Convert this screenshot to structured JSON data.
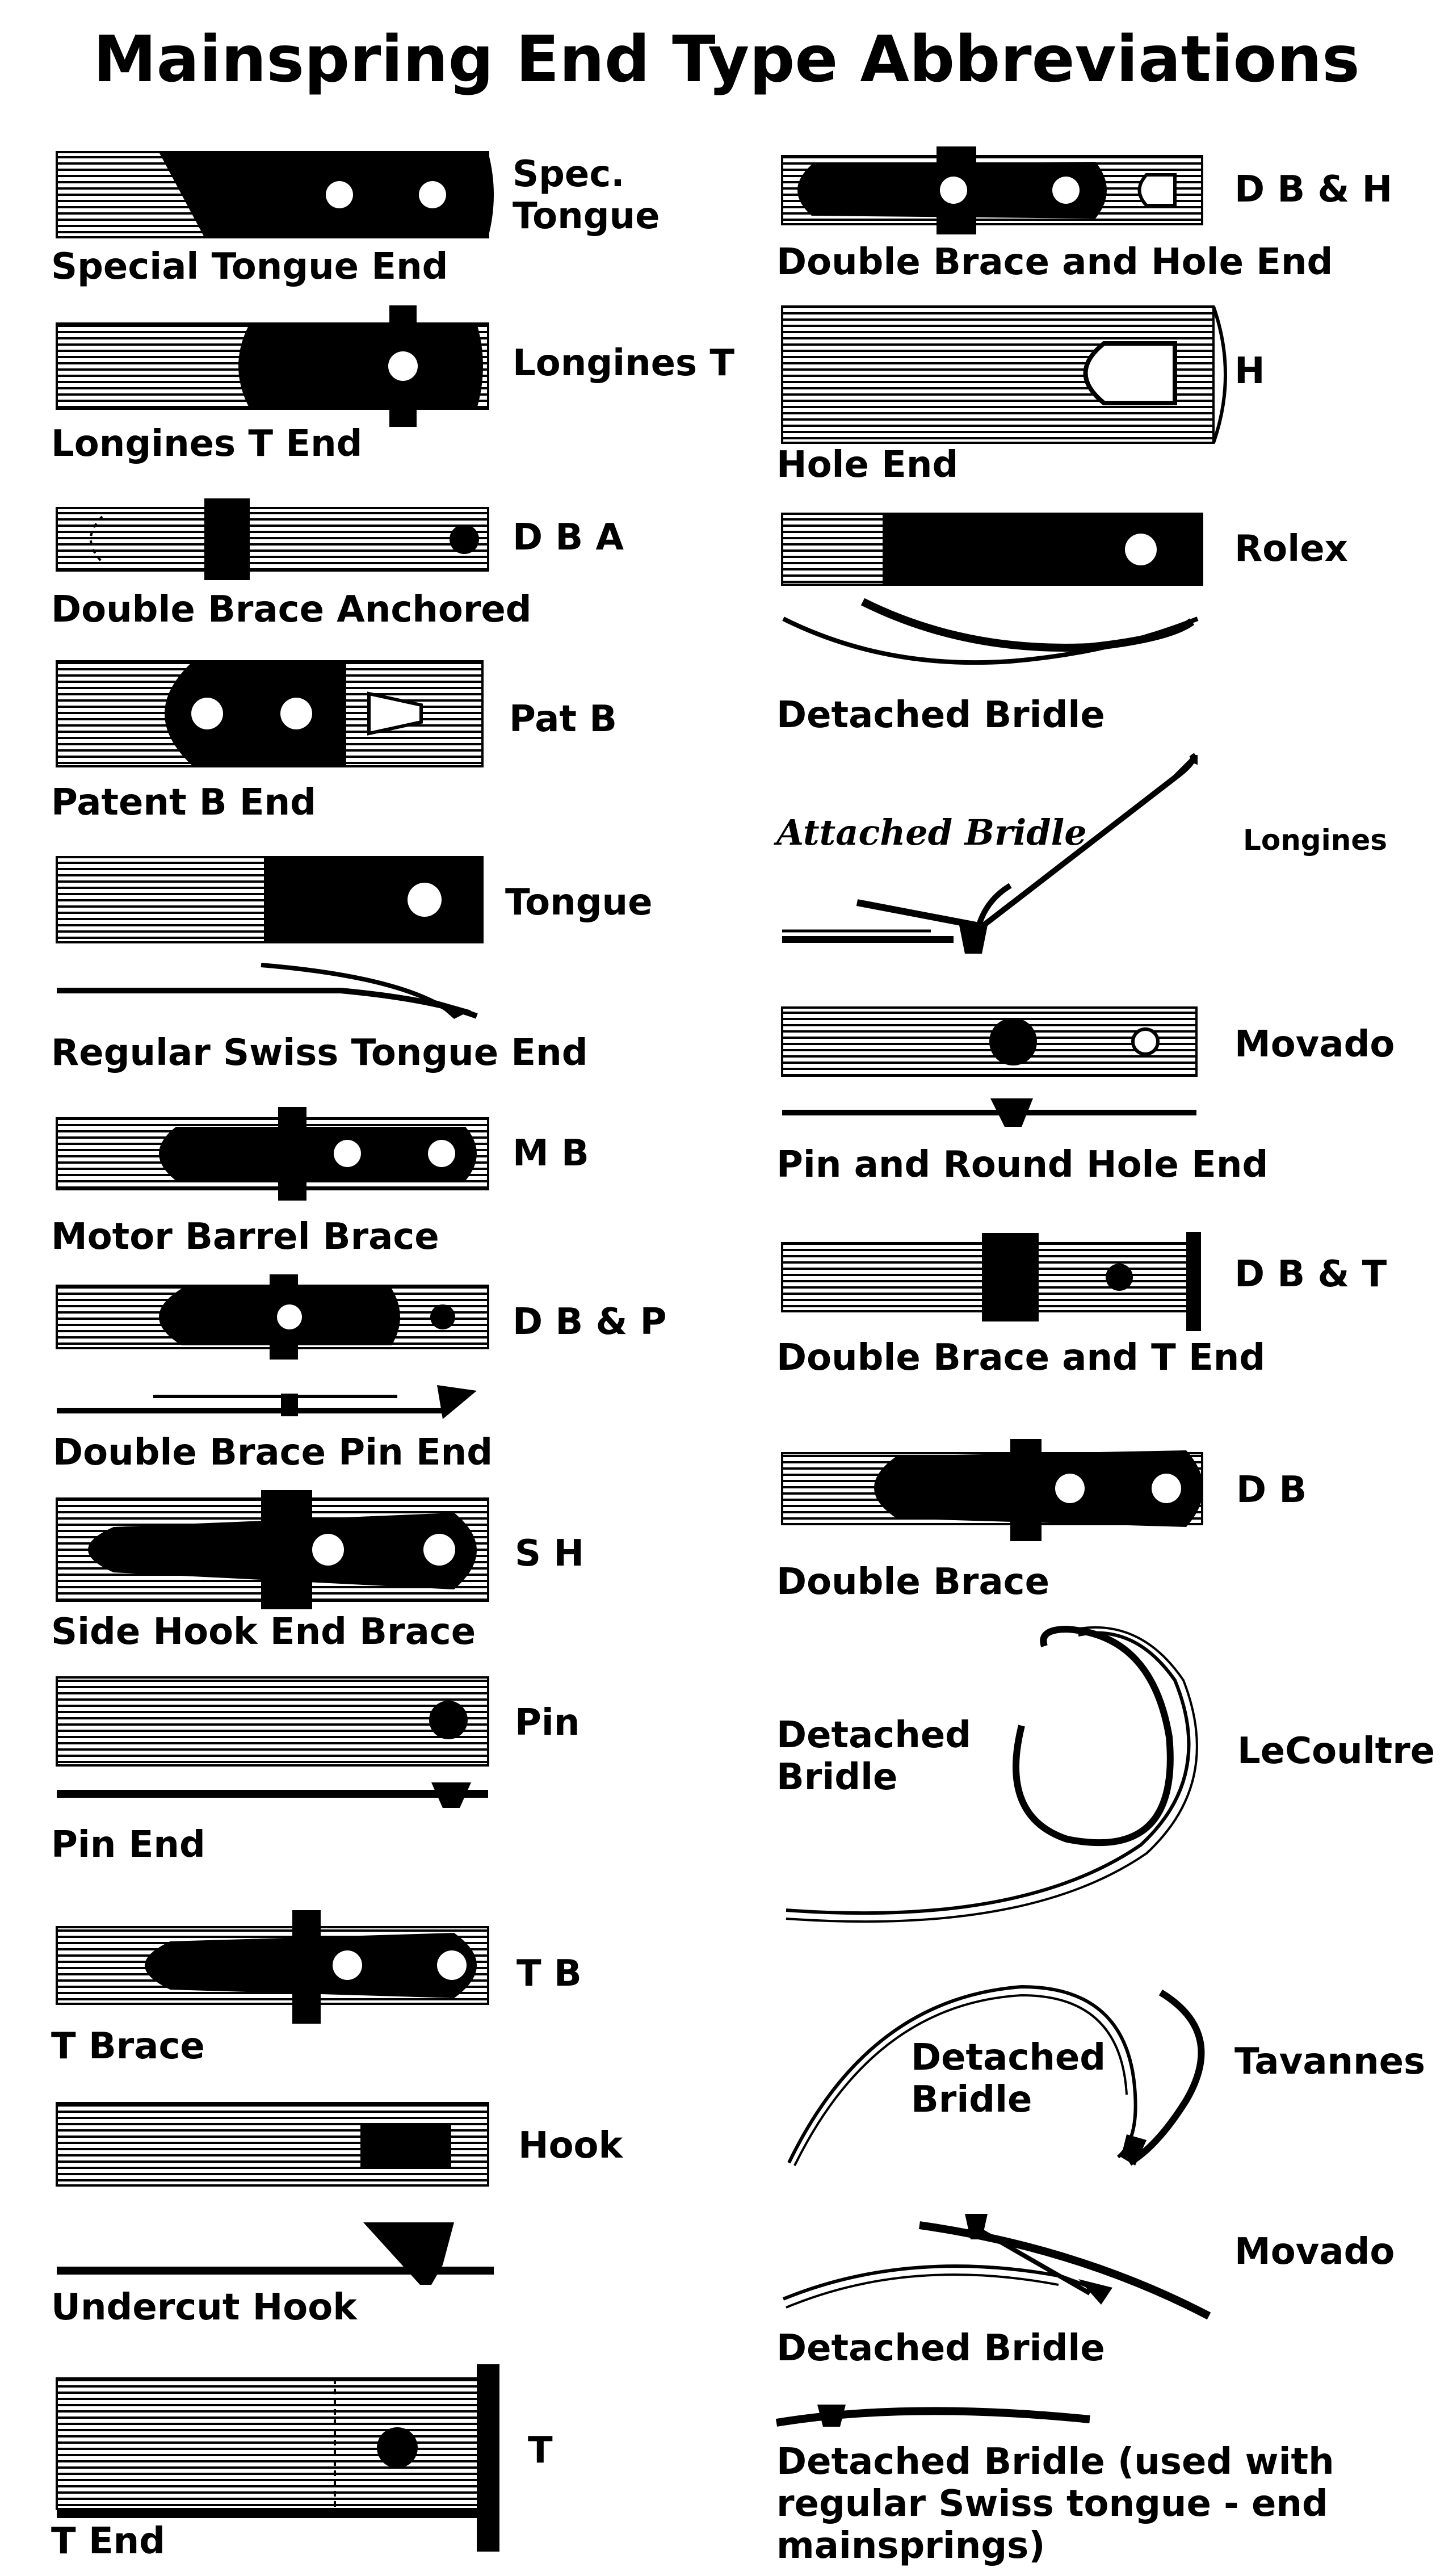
{
  "title": "Mainspring End Type Abbreviations",
  "left": [
    {
      "abbr": "Spec.\nTongue",
      "caption": "Special Tongue End"
    },
    {
      "abbr": "Longines T",
      "caption": "Longines T End"
    },
    {
      "abbr": "D B A",
      "caption": "Double Brace Anchored"
    },
    {
      "abbr": "Pat B",
      "caption": "Patent B End"
    },
    {
      "abbr": "Tongue",
      "caption": "Regular Swiss Tongue End"
    },
    {
      "abbr": "M B",
      "caption": "Motor Barrel Brace"
    },
    {
      "abbr": "D B & P",
      "caption": "Double Brace Pin End"
    },
    {
      "abbr": "S H",
      "caption": "Side Hook End Brace"
    },
    {
      "abbr": "Pin",
      "caption": "Pin End"
    },
    {
      "abbr": "T B",
      "caption": "T Brace"
    },
    {
      "abbr": "Hook",
      "caption": "Undercut Hook"
    },
    {
      "abbr": "T",
      "caption": "T End"
    }
  ],
  "right": [
    {
      "abbr": "D B & H",
      "caption": "Double Brace and Hole End"
    },
    {
      "abbr": "H",
      "caption": "Hole End"
    },
    {
      "abbr": "Rolex",
      "caption": "Detached Bridle"
    },
    {
      "abbr": "Longines",
      "caption": "Attached Bridle"
    },
    {
      "abbr": "Movado",
      "caption": "Pin and Round Hole End"
    },
    {
      "abbr": "D B & T",
      "caption": "Double Brace and T End"
    },
    {
      "abbr": "D B",
      "caption": "Double Brace"
    },
    {
      "abbr": "LeCoultre",
      "caption": "Detached\nBridle"
    },
    {
      "abbr": "Tavannes",
      "caption": "Detached\nBridle"
    },
    {
      "abbr": "Movado",
      "caption": "Detached Bridle"
    },
    {
      "abbr": "",
      "caption": "Detached Bridle (used with\nregular Swiss tongue - end\nmainsprings)"
    }
  ]
}
